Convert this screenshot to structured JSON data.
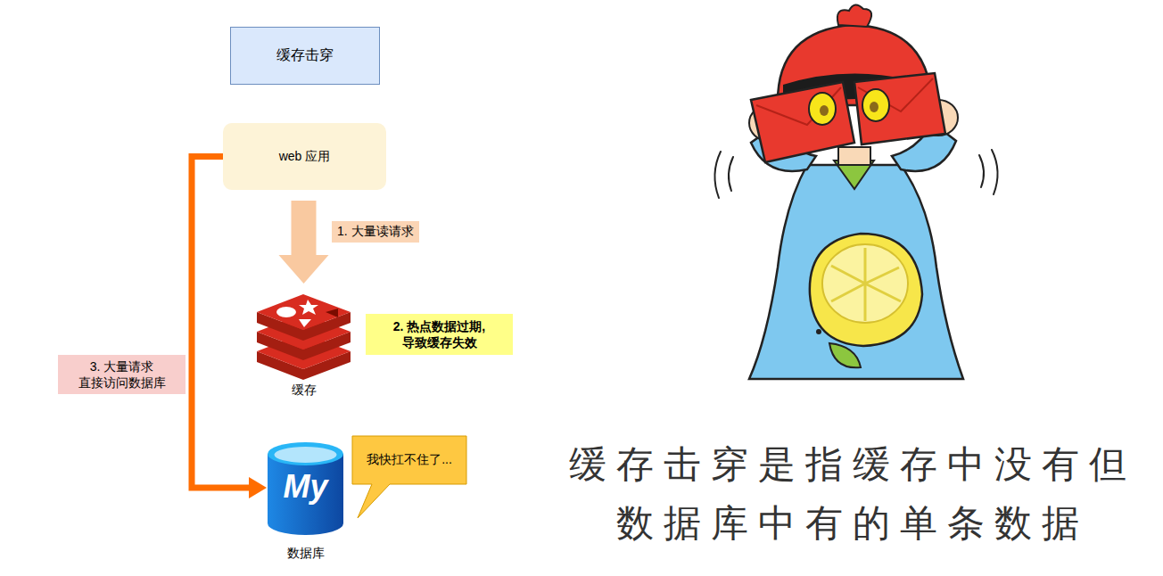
{
  "diagram": {
    "title": "缓存击穿",
    "caption": "缓存击穿是指缓存中没有但 数据库中有的单条数据",
    "nodes": [
      {
        "text": [
          "web 应用"
        ]
      },
      {
        "text": [
          "缓存"
        ]
      },
      {
        "text": [
          "数据库"
        ]
      },
      {
        "text": [
          "我快扛不住了..."
        ]
      }
    ],
    "edges": [
      {
        "from": 0,
        "to": 1,
        "arrow": "to",
        "label": "1. 大量读请求"
      },
      {
        "from": 0,
        "to": 2,
        "arrow": "to",
        "label": "3. 大量请求 直接访问数据库"
      }
    ],
    "labels": [
      "2. 热点数据过期, 导致缓存失效",
      "My"
    ]
  }
}
